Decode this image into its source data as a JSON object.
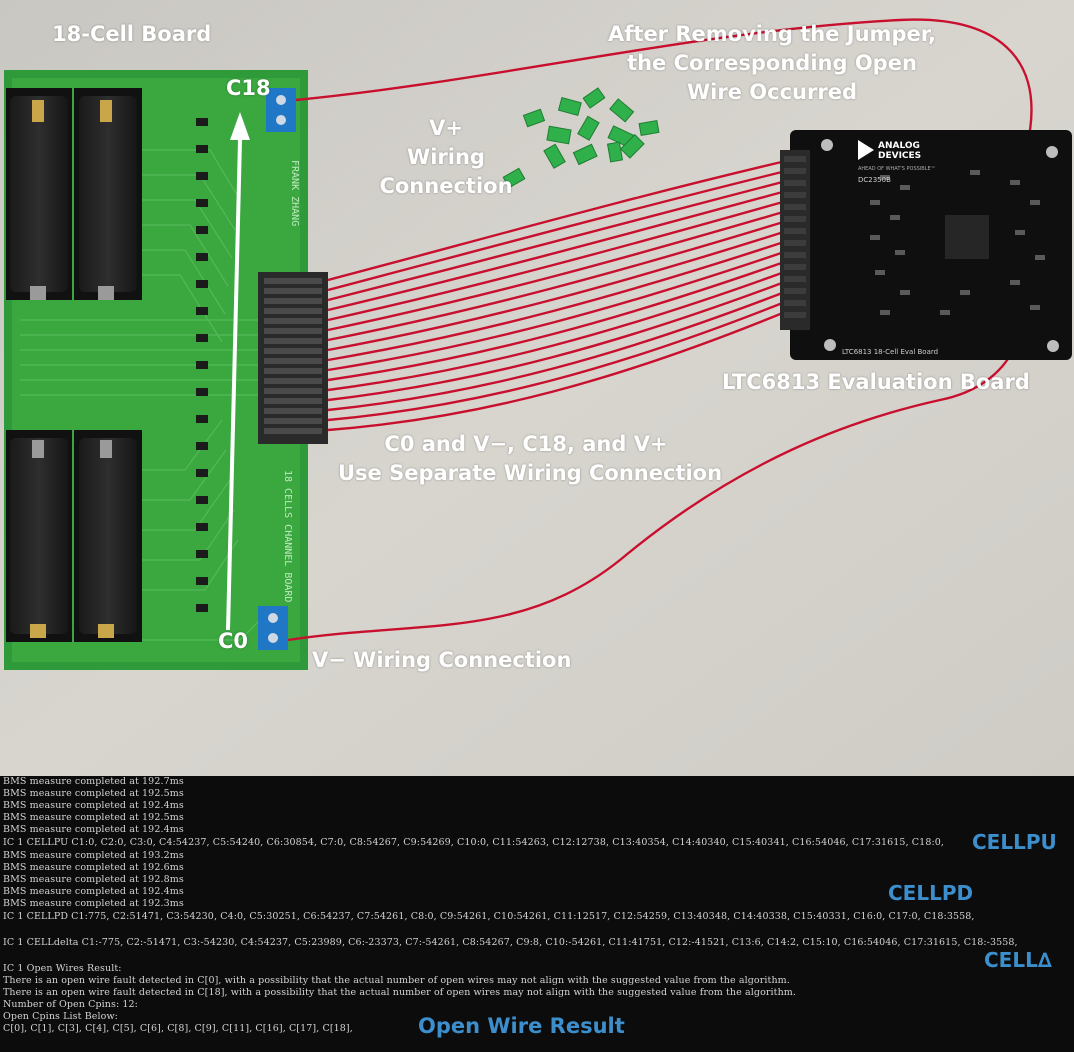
{
  "photo_labels": {
    "cell_board": "18-Cell Board",
    "c18": "C18",
    "c0": "C0",
    "v_plus": [
      "V+",
      "Wiring",
      "Connection"
    ],
    "jumper_note": [
      "After Removing the Jumper,",
      "the Corresponding Open",
      "Wire Occurred"
    ],
    "eval_board": "LTC6813 Evaluation Board",
    "separate_wiring": [
      "C0 and V−, C18, and V+",
      "Use Separate Wiring Connection"
    ],
    "v_minus": "V− Wiring Connection",
    "board_silk_name": "FRANK ZHANG",
    "board_silk_channel": "18 CELLS CHANNEL BOARD",
    "adi_logo": [
      "ANALOG",
      "DEVICES"
    ],
    "adi_tagline": "AHEAD OF WHAT'S POSSIBLE™",
    "adi_part": "DC2350B",
    "adi_board_silk": "LTC6813 18-Cell Eval Board"
  },
  "console": {
    "lines": [
      "BMS measure completed at 192.7ms",
      "BMS measure completed at 192.5ms",
      "BMS measure completed at 192.4ms",
      "BMS measure completed at 192.5ms",
      "BMS measure completed at 192.4ms",
      "IC 1 CELLPU  C1:0, C2:0, C3:0, C4:54237, C5:54240, C6:30854, C7:0, C8:54267, C9:54269, C10:0, C11:54263, C12:12738, C13:40354, C14:40340, C15:40341, C16:54046, C17:31615, C18:0,",
      "BMS measure completed at 193.2ms",
      "BMS measure completed at 192.6ms",
      "BMS measure completed at 192.8ms",
      "BMS measure completed at 192.4ms",
      "BMS measure completed at 192.3ms",
      "IC 1 CELLPD  C1:775, C2:51471, C3:54230, C4:0, C5:30251, C6:54237, C7:54261, C8:0, C9:54261, C10:54261, C11:12517, C12:54259, C13:40348, C14:40338, C15:40331, C16:0, C17:0, C18:3558,",
      "IC 1 CELLdelta  C1:-775, C2:-51471, C3:-54230, C4:54237, C5:23989, C6:-23373, C7:-54261, C8:54267, C9:8, C10:-54261, C11:41751, C12:-41521, C13:6, C14:2, C15:10, C16:54046, C17:31615, C18:-3558,",
      "IC 1 Open Wires Result:",
      "There is an open wire fault detected in C[0], with a possibility that the actual number of open wires may not align with the suggested value from the algorithm.",
      "There is an open wire fault detected in C[18], with a possibility that the actual number of open wires may not align with the suggested value from the algorithm.",
      "Number of Open Cpins: 12:",
      "Open Cpins List Below:",
      "C[0], C[1], C[3], C[4], C[5], C[6], C[8], C[9], C[11], C[16], C[17], C[18],"
    ],
    "tags": {
      "cellpu": "CELLPU",
      "cellpd": "CELLPD",
      "celldelta": "CELL∆",
      "open_wire": "Open Wire Result"
    }
  },
  "colors": {
    "pcb_green": "#3aa83f",
    "wire_red": "#c8102e",
    "console_bg": "#0c0c0c",
    "tag_blue": "#3c8fcc",
    "table_bg": "#d9d6d0"
  }
}
